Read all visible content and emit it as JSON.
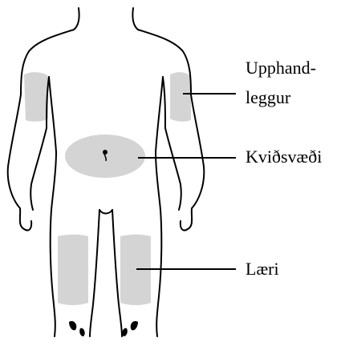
{
  "colors": {
    "outline": "#000000",
    "injection_zone": "#d4d4d4",
    "background": "#ffffff"
  },
  "labels": {
    "upper_arm_line1": "Upphand-",
    "upper_arm_line2": "leggur",
    "abdomen": "Kviðsvæði",
    "thigh": "Læri"
  }
}
